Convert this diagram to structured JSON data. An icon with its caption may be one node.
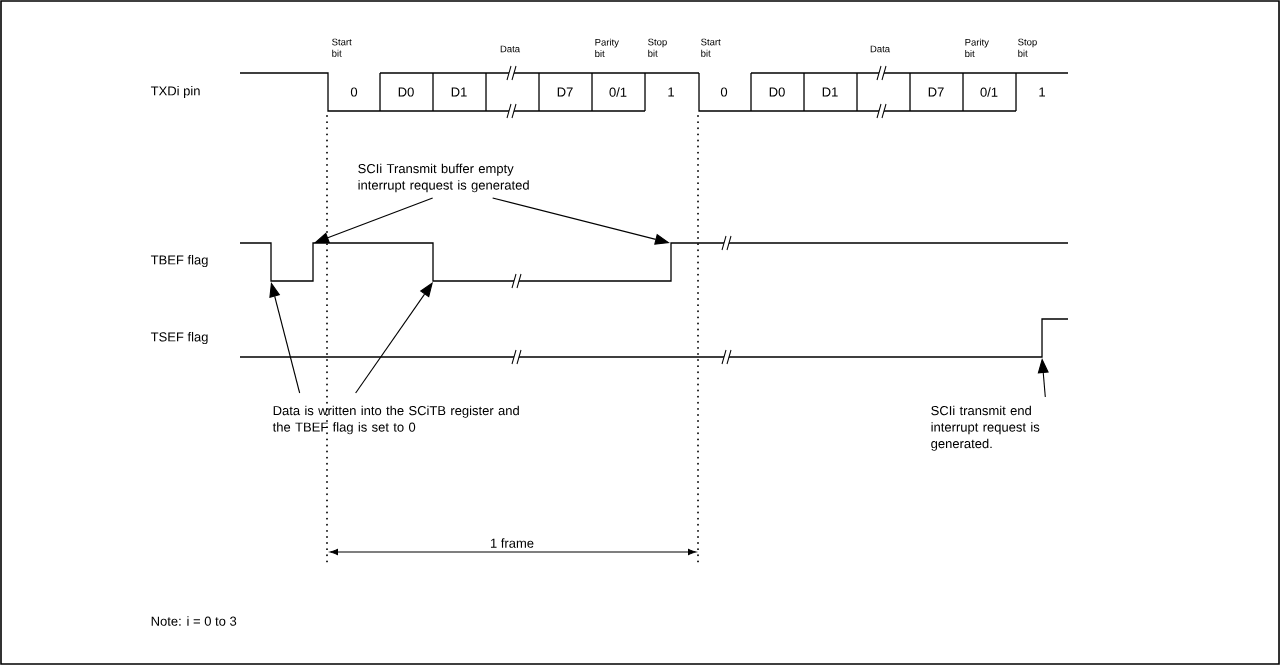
{
  "diagram": {
    "nodes": [
      {
        "text": [
          "SCIi Transmit buffer empty interrupt request is generated"
        ]
      },
      {
        "text": [
          "Data is written into the SCiTB register and the TBEF flag is set to 0"
        ]
      },
      {
        "text": [
          "SCIi transmit end interrupt request is generated."
        ]
      }
    ],
    "edges": [
      {
        "from": 0,
        "to": null,
        "arrow": "to"
      },
      {
        "from": 0,
        "to": null,
        "arrow": "to"
      },
      {
        "from": 1,
        "to": null,
        "arrow": "to"
      },
      {
        "from": 1,
        "to": null,
        "arrow": "to"
      },
      {
        "from": 2,
        "to": null,
        "arrow": "to"
      }
    ],
    "labels": [
      "Start bit",
      "Data",
      "Parity bit",
      "Stop bit",
      "Start bit",
      "Data",
      "Parity bit",
      "Stop bit",
      "TXDi pin",
      "0",
      "D0",
      "D1",
      "D7",
      "0/1",
      "1",
      "0",
      "D0",
      "D1",
      "D7",
      "0/1",
      "1",
      "TBEF flag",
      "TSEF flag",
      "1 frame",
      "Note: i = 0 to 3"
    ]
  }
}
